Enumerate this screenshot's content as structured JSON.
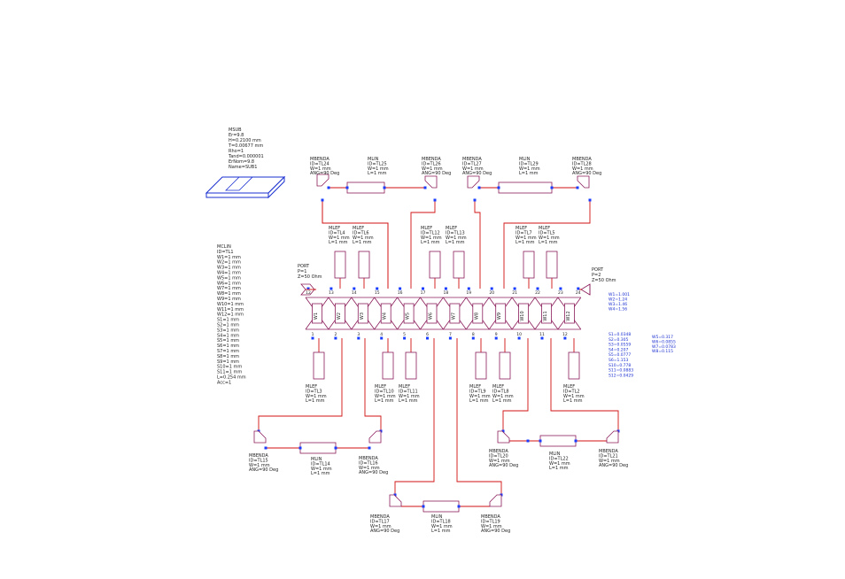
{
  "colors": {
    "wire": "#d01010",
    "component": "#8a1c5a",
    "node": "#1a3cff",
    "text": "#222222",
    "annotation": "#1a2fd0"
  },
  "msub": {
    "lines": [
      "MSUB",
      "Er=9.8",
      "H=0.2100 mm",
      "T=0.00677 mm",
      "Rho=1",
      "Tand=0.000001",
      "ErNom=9.8",
      "Name=SUB1"
    ]
  },
  "mcoupler": {
    "lines": [
      "MCLIN",
      "ID=TL1",
      "W1=1 mm",
      "W2=1 mm",
      "W3=1 mm",
      "W4=1 mm",
      "W5=1 mm",
      "W6=1 mm",
      "W7=1 mm",
      "W8=1 mm",
      "W9=1 mm",
      "W10=1 mm",
      "W11=1 mm",
      "W12=1 mm",
      "S1=1 mm",
      "S2=1 mm",
      "S3=1 mm",
      "S4=1 mm",
      "S5=1 mm",
      "S6=1 mm",
      "S7=1 mm",
      "S8=1 mm",
      "S9=1 mm",
      "S10=1 mm",
      "S11=1 mm",
      "L=0.254 mm",
      "Acc=1"
    ]
  },
  "ports": {
    "p1": {
      "lines": [
        "PORT",
        "P=1",
        "Z=50 Ohm"
      ]
    },
    "p2": {
      "lines": [
        "PORT",
        "P=2",
        "Z=50 Ohm"
      ]
    }
  },
  "coupled_sections": [
    "W1",
    "W2",
    "W3",
    "W4",
    "W5",
    "W6",
    "W7",
    "W8",
    "W9",
    "W10",
    "W11",
    "W12"
  ],
  "pins_top": [
    "12",
    "13",
    "14",
    "15",
    "16",
    "17",
    "18",
    "19",
    "20",
    "21",
    "22",
    "23",
    "24"
  ],
  "pins_bottom": [
    "1",
    "2",
    "3",
    "4",
    "5",
    "6",
    "7",
    "8",
    "9",
    "10",
    "11",
    "12"
  ],
  "top_bends": [
    {
      "lines": [
        "MBENDA",
        "ID=TL24",
        "W=1 mm",
        "ANG=90 Deg"
      ]
    },
    {
      "lines": [
        "MBENDA",
        "ID=TL26",
        "W=1 mm",
        "ANG=90 Deg"
      ]
    },
    {
      "lines": [
        "MBENDA",
        "ID=TL27",
        "W=1 mm",
        "ANG=90 Deg"
      ]
    },
    {
      "lines": [
        "MBENDA",
        "ID=TL28",
        "W=1 mm",
        "ANG=90 Deg"
      ]
    }
  ],
  "top_lines": [
    {
      "lines": [
        "MLIN",
        "ID=TL25",
        "W=1 mm",
        "L=1 mm"
      ]
    },
    {
      "lines": [
        "MLIN",
        "ID=TL29",
        "W=1 mm",
        "L=1 mm"
      ]
    }
  ],
  "top_mlefs": [
    {
      "lines": [
        "MLEF",
        "ID=TL4",
        "W=1 mm",
        "L=1 mm"
      ]
    },
    {
      "lines": [
        "MLEF",
        "ID=TL6",
        "W=1 mm",
        "L=1 mm"
      ]
    },
    {
      "lines": [
        "MLEF",
        "ID=TL12",
        "W=1 mm",
        "L=1 mm"
      ]
    },
    {
      "lines": [
        "MLEF",
        "ID=TL13",
        "W=1 mm",
        "L=1 mm"
      ]
    },
    {
      "lines": [
        "MLEF",
        "ID=TL7",
        "W=1 mm",
        "L=1 mm"
      ]
    },
    {
      "lines": [
        "MLEF",
        "ID=TL5",
        "W=1 mm",
        "L=1 mm"
      ]
    }
  ],
  "bottom_mlefs": [
    {
      "lines": [
        "MLEF",
        "ID=TL3",
        "W=1 mm",
        "L=1 mm"
      ]
    },
    {
      "lines": [
        "MLEF",
        "ID=TL10",
        "W=1 mm",
        "L=1 mm"
      ]
    },
    {
      "lines": [
        "MLEF",
        "ID=TL11",
        "W=1 mm",
        "L=1 mm"
      ]
    },
    {
      "lines": [
        "MLEF",
        "ID=TL9",
        "W=1 mm",
        "L=1 mm"
      ]
    },
    {
      "lines": [
        "MLEF",
        "ID=TL8",
        "W=1 mm",
        "L=1 mm"
      ]
    },
    {
      "lines": [
        "MLEF",
        "ID=TL2",
        "W=1 mm",
        "L=1 mm"
      ]
    }
  ],
  "bottom_left": {
    "bend_a": {
      "lines": [
        "MBENDA",
        "ID=TL15",
        "W=1 mm",
        "ANG=90 Deg"
      ]
    },
    "line": {
      "lines": [
        "MLIN",
        "ID=TL14",
        "W=1 mm",
        "L=1 mm"
      ]
    },
    "bend_b": {
      "lines": [
        "MBENDA",
        "ID=TL16",
        "W=1 mm",
        "ANG=90 Deg"
      ]
    }
  },
  "bottom_center": {
    "bend_a": {
      "lines": [
        "MBENDA",
        "ID=TL17",
        "W=1 mm",
        "ANG=90 Deg"
      ]
    },
    "line": {
      "lines": [
        "MLIN",
        "ID=TL18",
        "W=1 mm",
        "L=1 mm"
      ]
    },
    "bend_b": {
      "lines": [
        "MBENDA",
        "ID=TL19",
        "W=1 mm",
        "ANG=90 Deg"
      ]
    }
  },
  "bottom_right": {
    "bend_a": {
      "lines": [
        "MBENDA",
        "ID=TL20",
        "W=1 mm",
        "ANG=90 Deg"
      ]
    },
    "line": {
      "lines": [
        "MLIN",
        "ID=TL22",
        "W=1 mm",
        "L=1 mm"
      ]
    },
    "bend_b": {
      "lines": [
        "MBENDA",
        "ID=TL21",
        "W=1 mm",
        "ANG=90 Deg"
      ]
    }
  },
  "annotations": {
    "col1": [
      "W1=1.001",
      "W2=1.24",
      "W3=1.46",
      "W4=1.56"
    ],
    "col2": [
      "S1=0.0348",
      "S2=0.305",
      "S3=0.0559",
      "S4=0.207",
      "S5=0.0777",
      "S6=1.153",
      "",
      "S10=0.778",
      "S11=0.0883",
      "S12=0.0429"
    ],
    "col3": [
      "W5=0.317",
      "",
      "W6=0.0855",
      "",
      "W7=0.0783",
      "",
      "W8=0.115"
    ]
  }
}
